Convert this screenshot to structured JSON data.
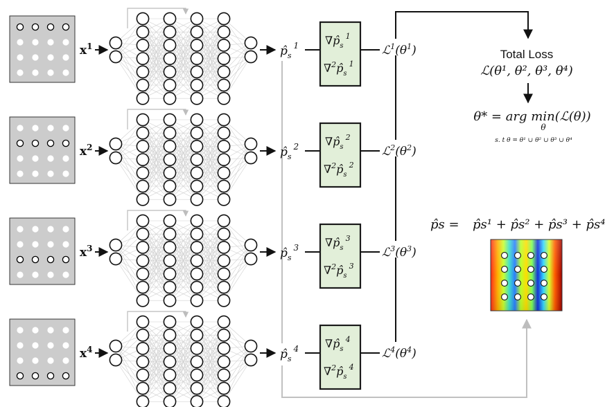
{
  "rows": [
    {
      "input_label": "x",
      "input_sup": "1",
      "pred": "p̂",
      "pred_sub": "s",
      "pred_sup": "1",
      "grad": "∇p̂",
      "grad_sub": "s",
      "grad_sup": "1",
      "lap": "∇",
      "lap_pow": "2",
      "lap_p": "p̂",
      "lap_sub": "s",
      "lap_sup": "1",
      "loss": "ℒ",
      "loss_sup": "1",
      "loss_arg": "(θ",
      "loss_arg_sup": "1",
      "loss_close": ")",
      "highlight_row": 0
    },
    {
      "input_label": "x",
      "input_sup": "2",
      "pred": "p̂",
      "pred_sub": "s",
      "pred_sup": "2",
      "grad": "∇p̂",
      "grad_sub": "s",
      "grad_sup": "2",
      "lap": "∇",
      "lap_pow": "2",
      "lap_p": "p̂",
      "lap_sub": "s",
      "lap_sup": "2",
      "loss": "ℒ",
      "loss_sup": "2",
      "loss_arg": "(θ",
      "loss_arg_sup": "2",
      "loss_close": ")",
      "highlight_row": 1
    },
    {
      "input_label": "x",
      "input_sup": "3",
      "pred": "p̂",
      "pred_sub": "s",
      "pred_sup": "3",
      "grad": "∇p̂",
      "grad_sub": "s",
      "grad_sup": "3",
      "lap": "∇",
      "lap_pow": "2",
      "lap_p": "p̂",
      "lap_sub": "s",
      "lap_sup": "3",
      "loss": "ℒ",
      "loss_sup": "3",
      "loss_arg": "(θ",
      "loss_arg_sup": "3",
      "loss_close": ")",
      "highlight_row": 2
    },
    {
      "input_label": "x",
      "input_sup": "4",
      "pred": "p̂",
      "pred_sub": "s",
      "pred_sup": "4",
      "grad": "∇p̂",
      "grad_sub": "s",
      "grad_sup": "4",
      "lap": "∇",
      "lap_pow": "2",
      "lap_p": "p̂",
      "lap_sub": "s",
      "lap_sup": "4",
      "loss": "ℒ",
      "loss_sup": "4",
      "loss_arg": "(θ",
      "loss_arg_sup": "4",
      "loss_close": ")",
      "highlight_row": 3
    }
  ],
  "network": {
    "input_nodes": 2,
    "hidden_layers": 4,
    "hidden_nodes": 7,
    "output_nodes": 2
  },
  "total_loss": {
    "title": "Total Loss",
    "formula": "ℒ(θ¹, θ², θ³, θ⁴)"
  },
  "objective": {
    "lhs": "θ* = arg min(ℒ(θ))",
    "under": "θ",
    "constraint": "s. t  θ = θ¹ ∪ θ² ∪ θ³ ∪ θ⁴"
  },
  "sum_formula": "p̂s¹ + p̂s² + p̂s³ + p̂s⁴",
  "sum_lhs": "p̂s =",
  "colors": {
    "grid_bg": "#cccccc",
    "box_fill": "#e2efd9",
    "box_stroke": "#1a1a1a",
    "line": "#111111",
    "feedback_line": "#c0c0c0",
    "net_edge": "#d0d0d0"
  }
}
